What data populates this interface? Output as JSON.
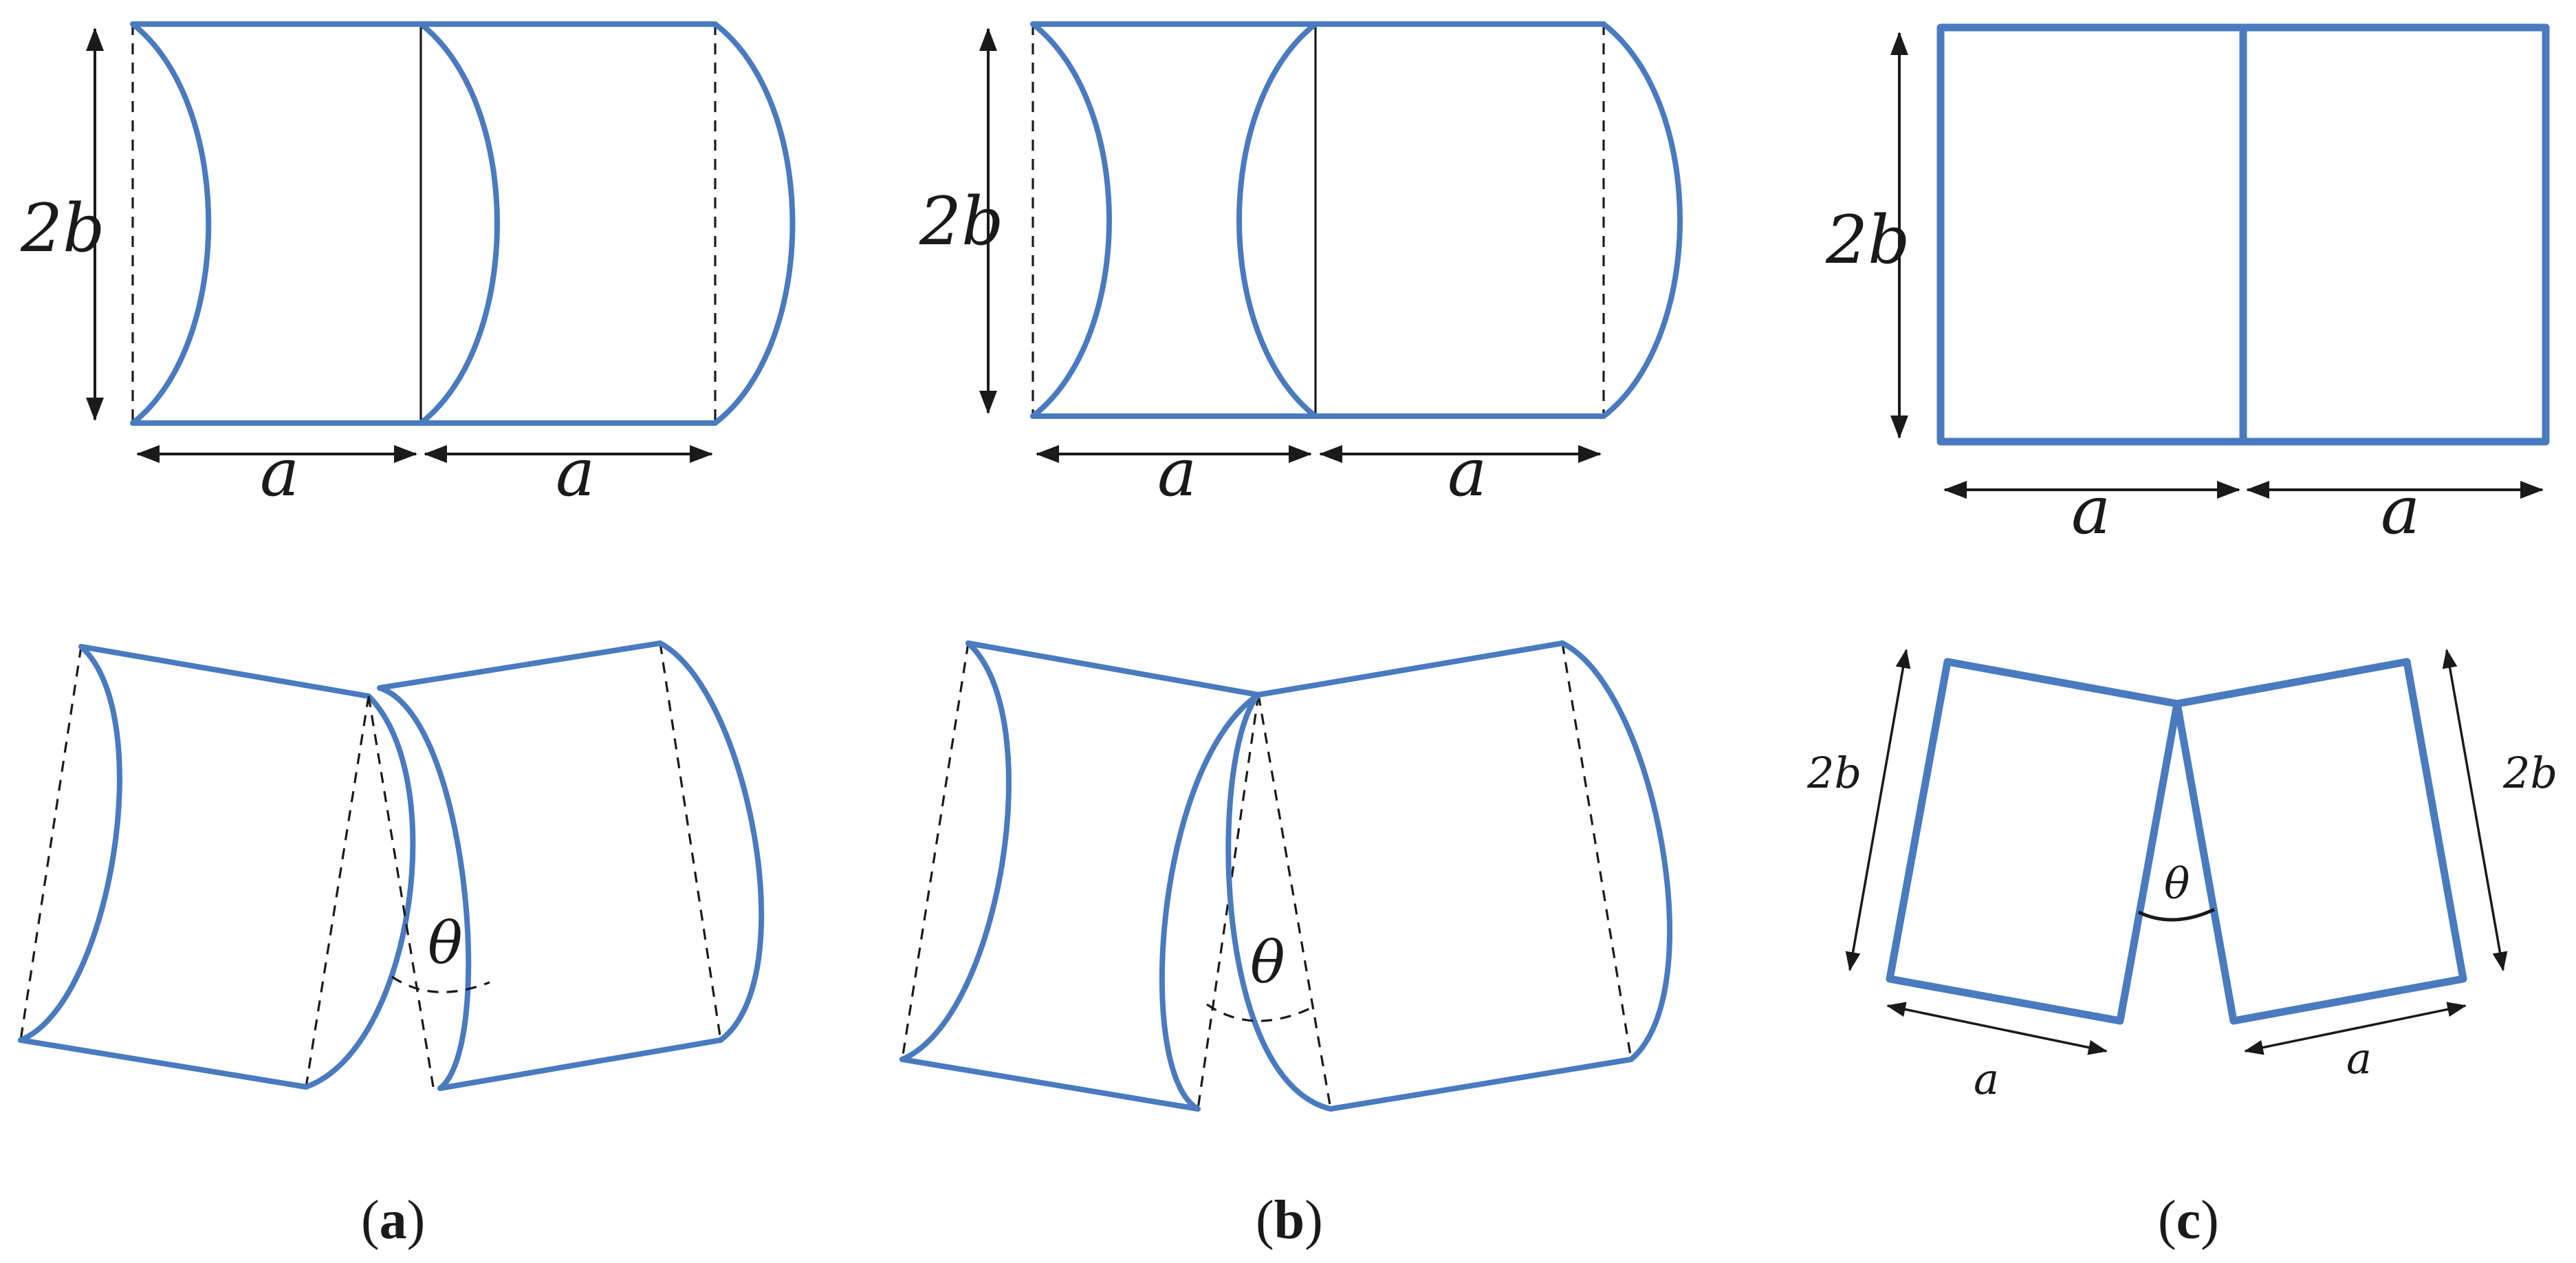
{
  "labels": {
    "height": "2b",
    "width": "a",
    "angle": "θ"
  },
  "captions": [
    {
      "open": "(",
      "letter": "a",
      "close": ")"
    },
    {
      "open": "(",
      "letter": "b",
      "close": ")"
    },
    {
      "open": "(",
      "letter": "c",
      "close": ")"
    }
  ],
  "colors": {
    "shell": "#4a7abf",
    "line": "#1a1a1a"
  }
}
